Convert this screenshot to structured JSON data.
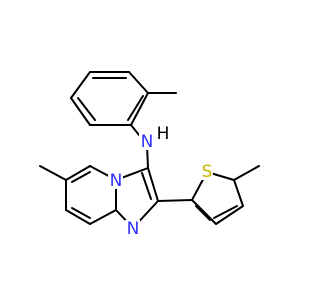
{
  "molecule": {
    "colors": {
      "background": "#ffffff",
      "bond": "#000000",
      "N": "#3030ff",
      "S": "#c8b400"
    },
    "atoms": [
      {
        "id": "N_amine",
        "element": "N",
        "label": "N"
      },
      {
        "id": "H_amine",
        "element": "H",
        "label": "H"
      },
      {
        "id": "N_bridge",
        "element": "N",
        "label": "N"
      },
      {
        "id": "N_ring",
        "element": "N",
        "label": "N"
      },
      {
        "id": "S_thiophene",
        "element": "S",
        "label": "S"
      }
    ]
  }
}
